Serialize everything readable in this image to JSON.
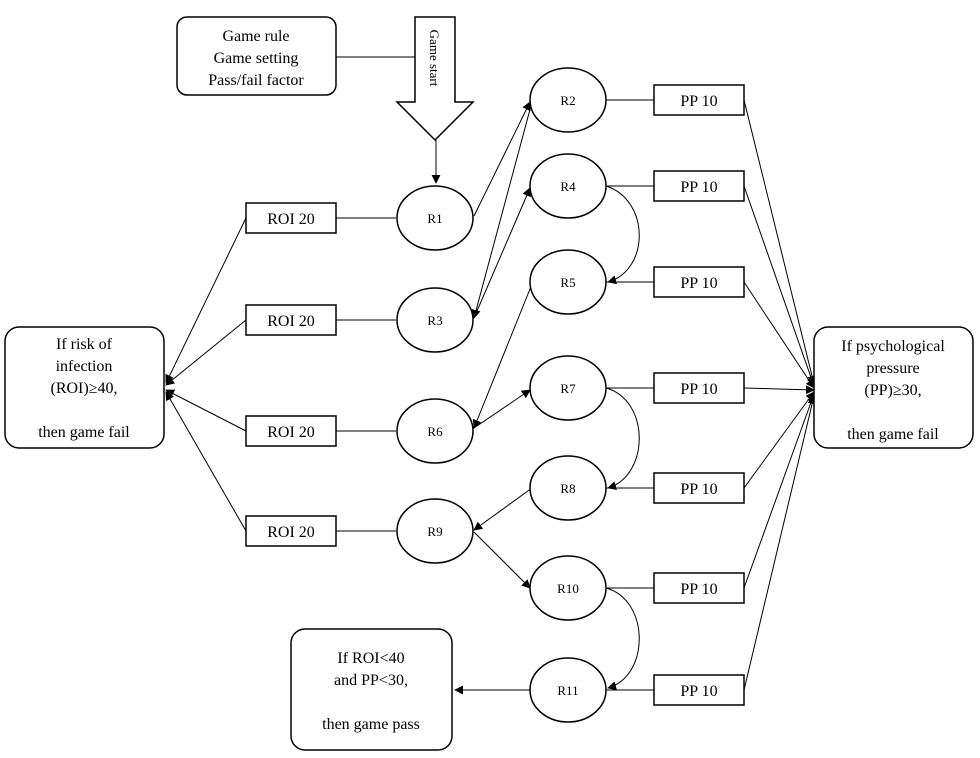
{
  "setup_box": {
    "line1": "Game rule",
    "line2": "Game setting",
    "line3": "Pass/fail factor"
  },
  "start_arrow": {
    "label": "Game start"
  },
  "rooms": {
    "r1": "R1",
    "r2": "R2",
    "r3": "R3",
    "r4": "R4",
    "r5": "R5",
    "r6": "R6",
    "r7": "R7",
    "r8": "R8",
    "r9": "R9",
    "r10": "R10",
    "r11": "R11"
  },
  "roi_boxes": [
    "ROI 20",
    "ROI 20",
    "ROI 20",
    "ROI 20"
  ],
  "pp_boxes": [
    "PP 10",
    "PP 10",
    "PP 10",
    "PP 10",
    "PP 10",
    "PP 10",
    "PP 10"
  ],
  "roi_fail": {
    "line1": "If risk of",
    "line2": "infection",
    "line3": "(ROI)≥40,",
    "line4": "then game fail"
  },
  "pp_fail": {
    "line1": "If psychological",
    "line2": "pressure",
    "line3": "(PP)≥30,",
    "line4": "then game fail"
  },
  "pass_box": {
    "line1": "If ROI<40",
    "line2": "and PP<30,",
    "line3": "then game pass"
  }
}
